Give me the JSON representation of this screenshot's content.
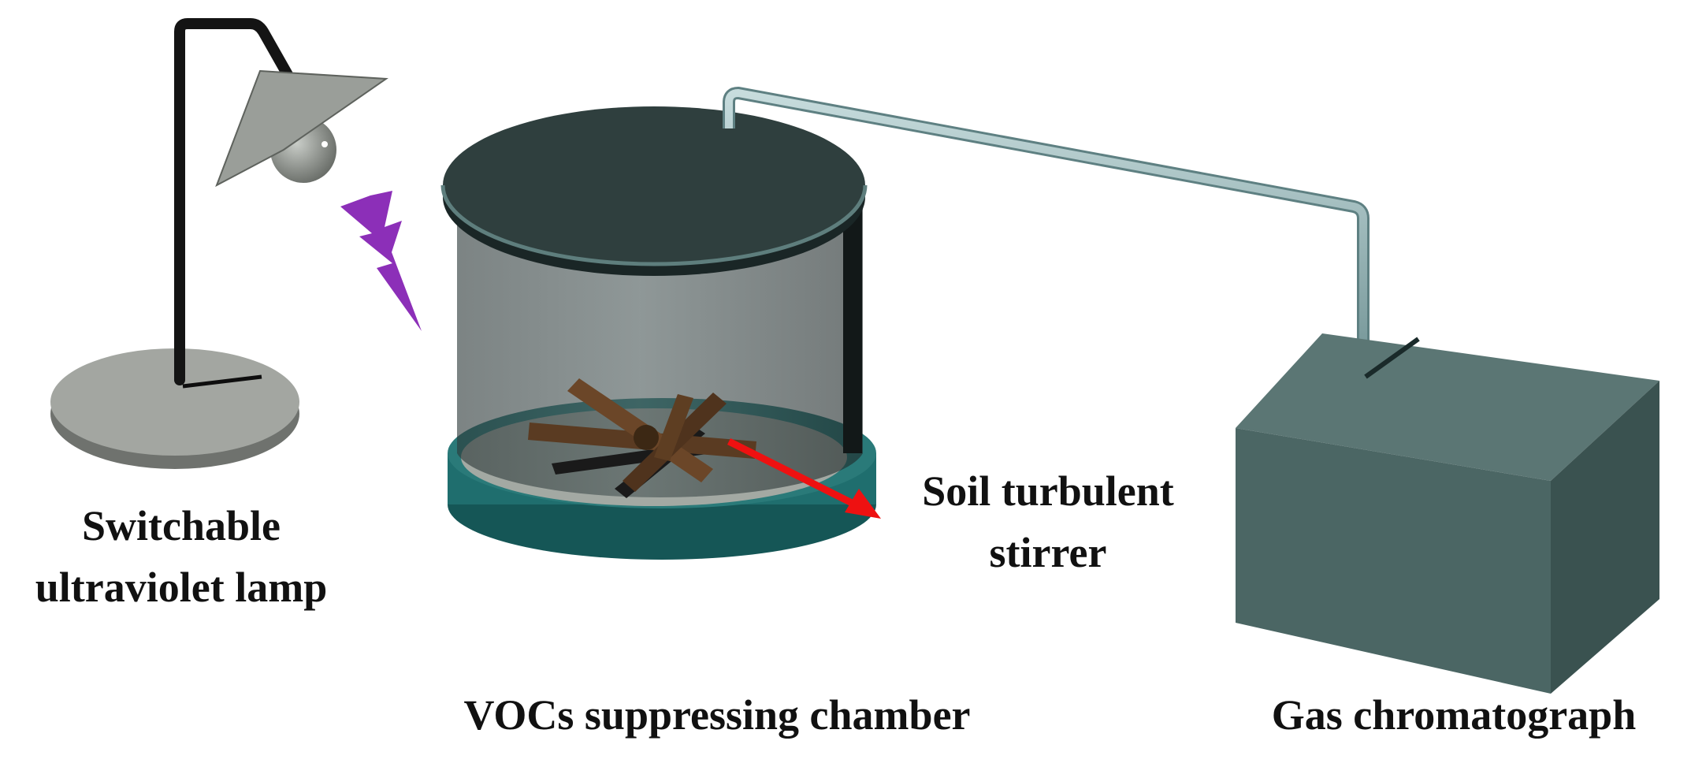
{
  "labels": {
    "lamp": [
      "Switchable",
      "ultraviolet lamp"
    ],
    "stirrer": [
      "Soil turbulent",
      "stirrer"
    ],
    "chamber": "VOCs suppressing chamber",
    "gc": "Gas chromatograph"
  },
  "colors": {
    "lamp_gray": "#9a9e99",
    "lamp_pole": "#141414",
    "uv_bolt": "#8c2fb8",
    "chamber_lid": "#2f3f3e",
    "chamber_glass": "#3c4a4a",
    "chamber_base": "#1f6e6e",
    "soil_disc": "#a3a9a3",
    "stirrer_brown": "#5a3b22",
    "pointer_arrow": "#ee1111",
    "tube": "#8fb0b2",
    "gc_box": "#4a6462"
  }
}
